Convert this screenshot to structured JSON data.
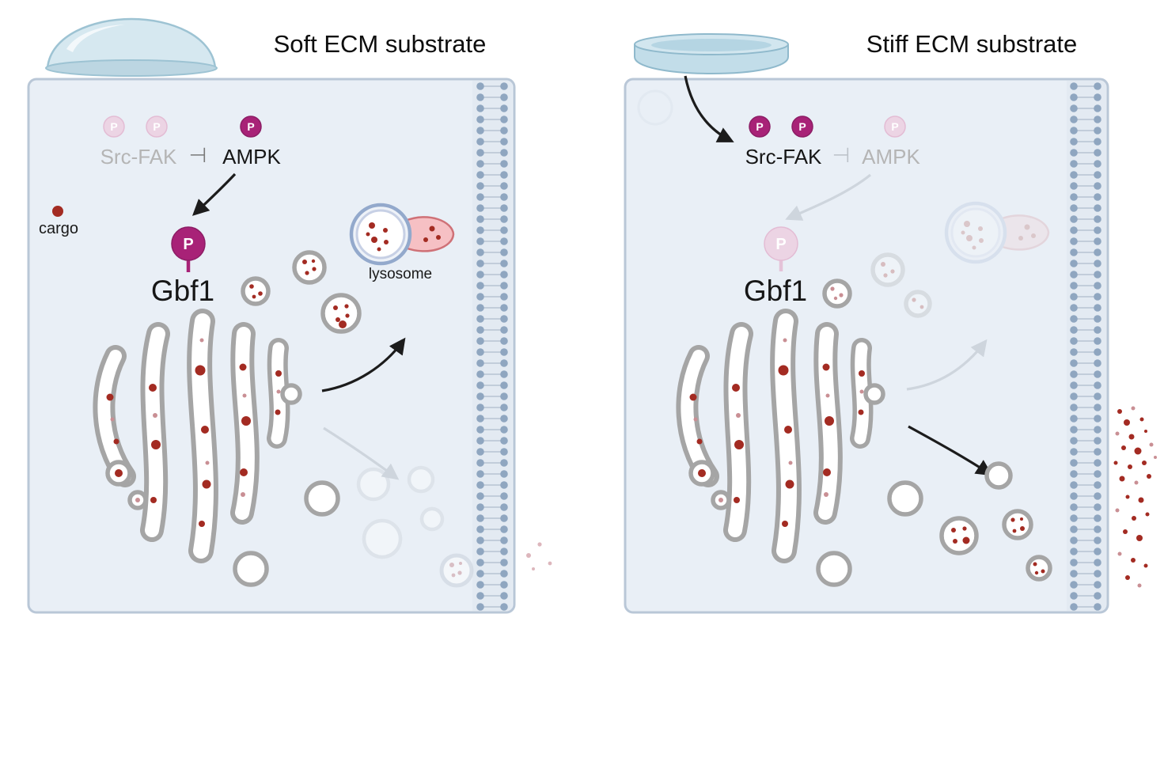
{
  "panels": {
    "left": {
      "title": "Soft ECM substrate",
      "src_fak_label": "Src-FAK",
      "inhibition_symbol": "⊣",
      "ampk_label": "AMPK",
      "phospho_label": "P",
      "gbf1_label": "Gbf1",
      "cargo_label": "cargo",
      "lysosome_label": "lysosome"
    },
    "right": {
      "title": "Stiff ECM substrate",
      "src_fak_label": "Src-FAK",
      "inhibition_symbol": "⊣",
      "ampk_label": "AMPK",
      "phospho_label": "P",
      "gbf1_label": "Gbf1"
    }
  },
  "colors": {
    "cell_fill": "#e9eff6",
    "cell_border": "#b9c7d7",
    "membrane_bg": "#e3eaf2",
    "membrane_dot": "#8fa6c0",
    "golgi_outline": "#a5a5a5",
    "cargo_red": "#a32b22",
    "phospho_active": "#a82277",
    "phospho_faded": "#ecd4e4",
    "lysosome_ring": "#93a9cc",
    "lysosome_bud": "#f6c0c4",
    "faded_text": "#b5b5b5",
    "substrate_blue": "#d6e8f0",
    "arrow_black": "#1c1c1c",
    "arrow_faded": "#ced5dd"
  }
}
